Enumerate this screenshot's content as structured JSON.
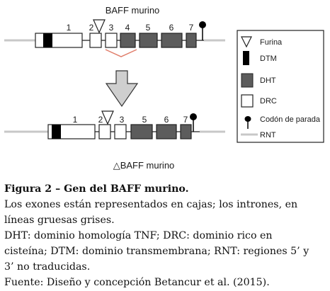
{
  "figure": {
    "title_top": "BAFF murino",
    "title_bottom": "△BAFF murino",
    "top_exon_numbers": [
      "1",
      "2",
      "3",
      "4",
      "5",
      "6",
      "7"
    ],
    "bottom_exon_numbers": [
      "1",
      "2",
      "3",
      "5",
      "6",
      "7"
    ],
    "legend": {
      "furina": "Furina",
      "dtm": "DTM",
      "dht": "DHT",
      "drc": "DRC",
      "stop": "Codón de parada",
      "rnt": "RNT"
    }
  },
  "caption": {
    "title": "Figura 2 – Gen del BAFF murino.",
    "lines": [
      "Los exones están representados en cajas; los intrones, en",
      "líneas gruesas grises.",
      "DHT: dominio homología TNF; DRC: dominio rico en",
      "cisteína; DTM: dominio transmembrana; RNT: regiones 5’ y",
      "3’ no traducidas.",
      "Fuente: Diseño y concepción Betancur et al. (2015)."
    ]
  },
  "colors": {
    "dht_fill": "#5c5c5c",
    "dtm_fill": "#000000",
    "rnt_line": "#c8c8c8",
    "splice": "#e07d6a",
    "arrow": "#cfcfcf"
  }
}
